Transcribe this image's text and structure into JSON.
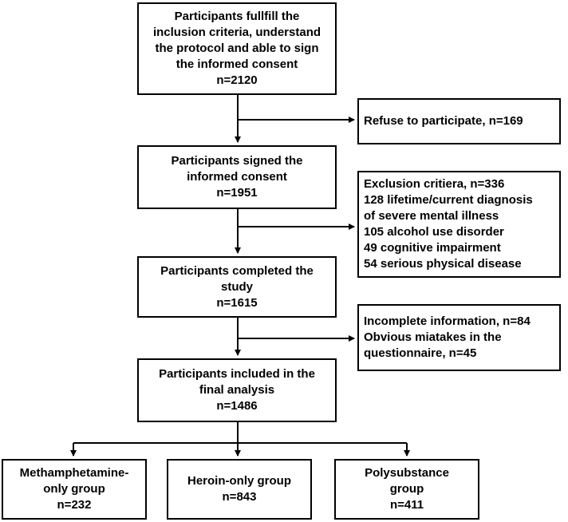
{
  "boxes": {
    "inclusion": [
      "Participants fullfill the",
      "inclusion criteria, understand",
      "the protocol and able to sign",
      "the informed consent",
      "n=2120"
    ],
    "refuse": [
      "Refuse to participate, n=169"
    ],
    "signed": [
      "Participants signed the",
      "informed consent",
      "n=1951"
    ],
    "exclusion": [
      "Exclusion critiera, n=336",
      "128 lifetime/current diagnosis",
      "of severe mental illness",
      "105 alcohol use disorder",
      "49 cognitive impairment",
      "54 serious physical disease"
    ],
    "completed": [
      "Participants completed the",
      "study",
      "n=1615"
    ],
    "incomplete": [
      "Incomplete information, n=84",
      "Obvious miatakes in the",
      "questionnaire, n=45"
    ],
    "included": [
      "Participants included in the",
      "final analysis",
      "n=1486"
    ],
    "meth": [
      "Methamphetamine-",
      "only group",
      "n=232"
    ],
    "heroin": [
      "Heroin-only group",
      "n=843"
    ],
    "poly": [
      "Polysubstance",
      "group",
      "n=411"
    ]
  }
}
